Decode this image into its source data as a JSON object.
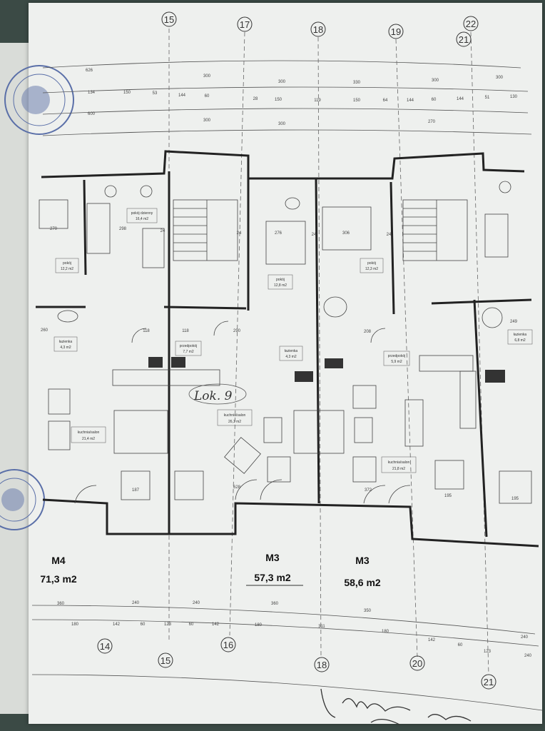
{
  "grid_axes": {
    "top": [
      "15",
      "17",
      "18",
      "19",
      "22",
      "21"
    ],
    "bottom": [
      "14",
      "15",
      "16",
      "18",
      "20",
      "21"
    ]
  },
  "dimensions_top": {
    "row1": [
      "626",
      "300",
      "300",
      "330",
      "300",
      "300"
    ],
    "row2": [
      "134",
      "150",
      "53",
      "144",
      "60",
      "28",
      "150",
      "119",
      "150",
      "64",
      "144",
      "60",
      "144",
      "51",
      "130"
    ],
    "row3": [
      "600",
      "300",
      "300",
      "270"
    ]
  },
  "dimensions_bottom": {
    "row1": [
      "360",
      "240",
      "240",
      "360",
      "350",
      "240"
    ],
    "row2": [
      "180",
      "142",
      "60",
      "123",
      "60",
      "142",
      "180",
      "311",
      "180",
      "142",
      "60",
      "123",
      "240"
    ]
  },
  "rooms": [
    {
      "name": "pokój dzienny",
      "area": "16,4 m2"
    },
    {
      "name": "pokój",
      "area": "12,2 m2"
    },
    {
      "name": "łazienka",
      "area": "4,3 m2"
    },
    {
      "name": "przedpokój",
      "area": "7,7 m2"
    },
    {
      "name": "pokój",
      "area": "12,8 m2"
    },
    {
      "name": "łazienka",
      "area": "4,3 m2"
    },
    {
      "name": "pokój",
      "area": "12,3 m2"
    },
    {
      "name": "przedpokój",
      "area": "5,9 m2"
    },
    {
      "name": "kuchnia/salon",
      "area": "21,4 m2"
    },
    {
      "name": "kuchnia/salon",
      "area": "26,1 m2"
    },
    {
      "name": "kuchnia/salon",
      "area": "21,8 m2"
    },
    {
      "name": "łazienka",
      "area": "6,8 m2"
    }
  ],
  "interior_dims": [
    "270",
    "298",
    "276",
    "306",
    "24",
    "24",
    "24",
    "24",
    "260",
    "118",
    "118",
    "290",
    "208",
    "249",
    "187",
    "195",
    "195",
    "628",
    "372"
  ],
  "units": [
    {
      "code": "M4",
      "area": "71,3 m2"
    },
    {
      "code": "M3",
      "area": "57,3 m2"
    },
    {
      "code": "M3",
      "area": "58,6 m2"
    }
  ],
  "handwritten_note": "Lok. 9",
  "stamp_text": "",
  "signature": ""
}
